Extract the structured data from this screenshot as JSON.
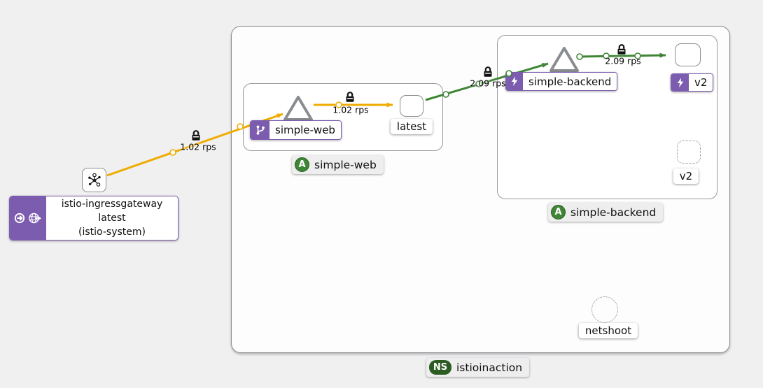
{
  "nodes": {
    "gateway": {
      "line1": "istio-ingressgateway",
      "line2": "latest",
      "line3": "(istio-system)"
    },
    "simple_web_service": "simple-web",
    "simple_web_workload": "latest",
    "simple_backend_service": "simple-backend",
    "simple_backend_workload": "v2",
    "simple_backend_idle": "v2",
    "netshoot": "netshoot"
  },
  "groups": {
    "simple_web": {
      "badge": "A",
      "label": "simple-web"
    },
    "simple_backend": {
      "badge": "A",
      "label": "simple-backend"
    },
    "namespace": {
      "badge": "NS",
      "label": "istioinaction"
    }
  },
  "edges": {
    "gw_to_web": {
      "label": "1.02 rps",
      "secure": true
    },
    "web_svc_to_latest": {
      "label": "1.02 rps",
      "secure": true
    },
    "latest_to_backend": {
      "label": "2.09 rps",
      "secure": true
    },
    "backend_svc_to_v2": {
      "label": "2.09 rps",
      "secure": true
    }
  },
  "colors": {
    "edge_http_gold": "#f0ab00",
    "edge_healthy_green": "#3e8635",
    "badge_purple": "#7c5cae",
    "namespace_badge_green": "#2b5c22",
    "app_badge_green": "#3e8635",
    "canvas_background": "#f0f0f1"
  }
}
